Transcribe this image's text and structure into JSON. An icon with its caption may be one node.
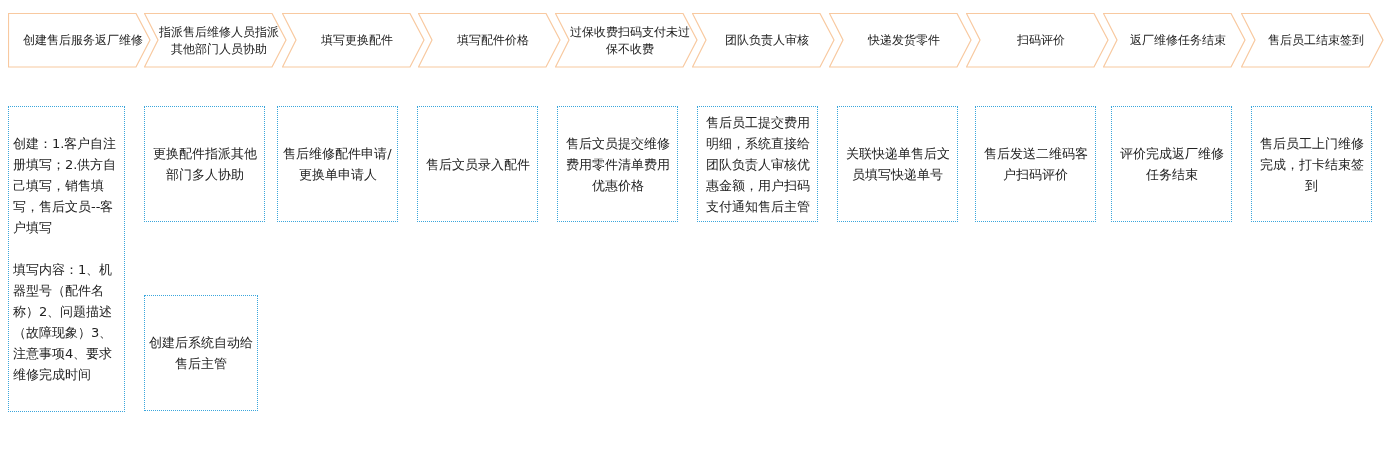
{
  "diagram": {
    "nodes": [
      {
        "text": [
          "创建售后服务返厂维修"
        ]
      },
      {
        "text": [
          "指派售后维修人员指派其他部门人员协助"
        ]
      },
      {
        "text": [
          "填写更换配件"
        ]
      },
      {
        "text": [
          "填写配件价格"
        ]
      },
      {
        "text": [
          "过保收费扫码支付未过保不收费"
        ]
      },
      {
        "text": [
          "团队负责人审核"
        ]
      },
      {
        "text": [
          "快递发货零件"
        ]
      },
      {
        "text": [
          "扫码评价"
        ]
      },
      {
        "text": [
          "返厂维修任务结束"
        ]
      },
      {
        "text": [
          "售后员工结束签到"
        ]
      },
      {
        "text": [
          "创建：1.客户自注册填写；2.供方自己填写，销售填写，售后文员--客户填写",
          "填写内容：1、机器型号（配件名称）2、问题描述（故障现象）3、注意事项4、要求维修完成时间"
        ]
      },
      {
        "text": [
          "更换配件指派其他部门多人协助"
        ]
      },
      {
        "text": [
          "售后维修配件申请/更换单申请人"
        ]
      },
      {
        "text": [
          "售后文员录入配件"
        ]
      },
      {
        "text": [
          "售后文员提交维修费用零件清单费用优惠价格"
        ]
      },
      {
        "text": [
          "售后员工提交费用明细，系统直接给团队负责人审核优惠金额，用户扫码支付通知售后主管"
        ]
      },
      {
        "text": [
          "关联快递单售后文员填写快递单号"
        ]
      },
      {
        "text": [
          "售后发送二维码客户扫码评价"
        ]
      },
      {
        "text": [
          "评价完成返厂维修任务结束"
        ]
      },
      {
        "text": [
          "售后员工上门维修完成，打卡结束签到"
        ]
      },
      {
        "text": [
          "创建后系统自动给售后主管"
        ]
      }
    ],
    "edges": []
  }
}
